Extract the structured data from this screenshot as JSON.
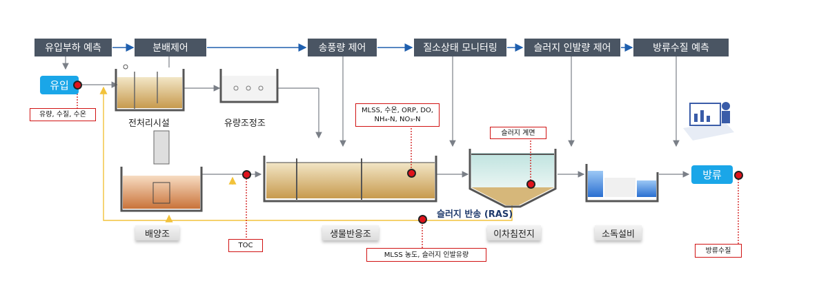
{
  "controls": [
    {
      "id": "inflow-load-prediction",
      "label": "유입부하 예측"
    },
    {
      "id": "distribution-control",
      "label": "분배제어"
    },
    {
      "id": "aeration-control",
      "label": "송풍량 제어"
    },
    {
      "id": "nitrogen-monitoring",
      "label": "질소상태 모니터링"
    },
    {
      "id": "sludge-withdrawal-control",
      "label": "슬러지 인발량 제어"
    },
    {
      "id": "effluent-quality-prediction",
      "label": "방류수질 예측"
    }
  ],
  "nodes": {
    "inflow": "유입",
    "discharge": "방류"
  },
  "facilities": {
    "pretreatment": "전처리시설",
    "equalization": "유량조정조",
    "culture_tank": "배양조",
    "bioreactor": "생물반응조",
    "secondary_clarifier": "이차침전지",
    "disinfection": "소독설비"
  },
  "callouts": {
    "inflow_sensors": "유량, 수질, 수온",
    "reactor_sensors_line1": "MLSS, 수온, ORP, DO,",
    "reactor_sensors_line2": "NH₄-N, NO₃-N",
    "sludge_blanket": "슬러지 계면",
    "toc": "TOC",
    "mlss_sludge": "MLSS 농도, 슬러지 인발유량",
    "effluent_quality": "방류수질"
  },
  "ras_label": "슬러지 반송 (RAS)",
  "colors": {
    "control_bg": "#4a5563",
    "node_bg": "#1aa6e8",
    "sensor_red": "#e0121b",
    "ras_line": "#f2c23a"
  }
}
